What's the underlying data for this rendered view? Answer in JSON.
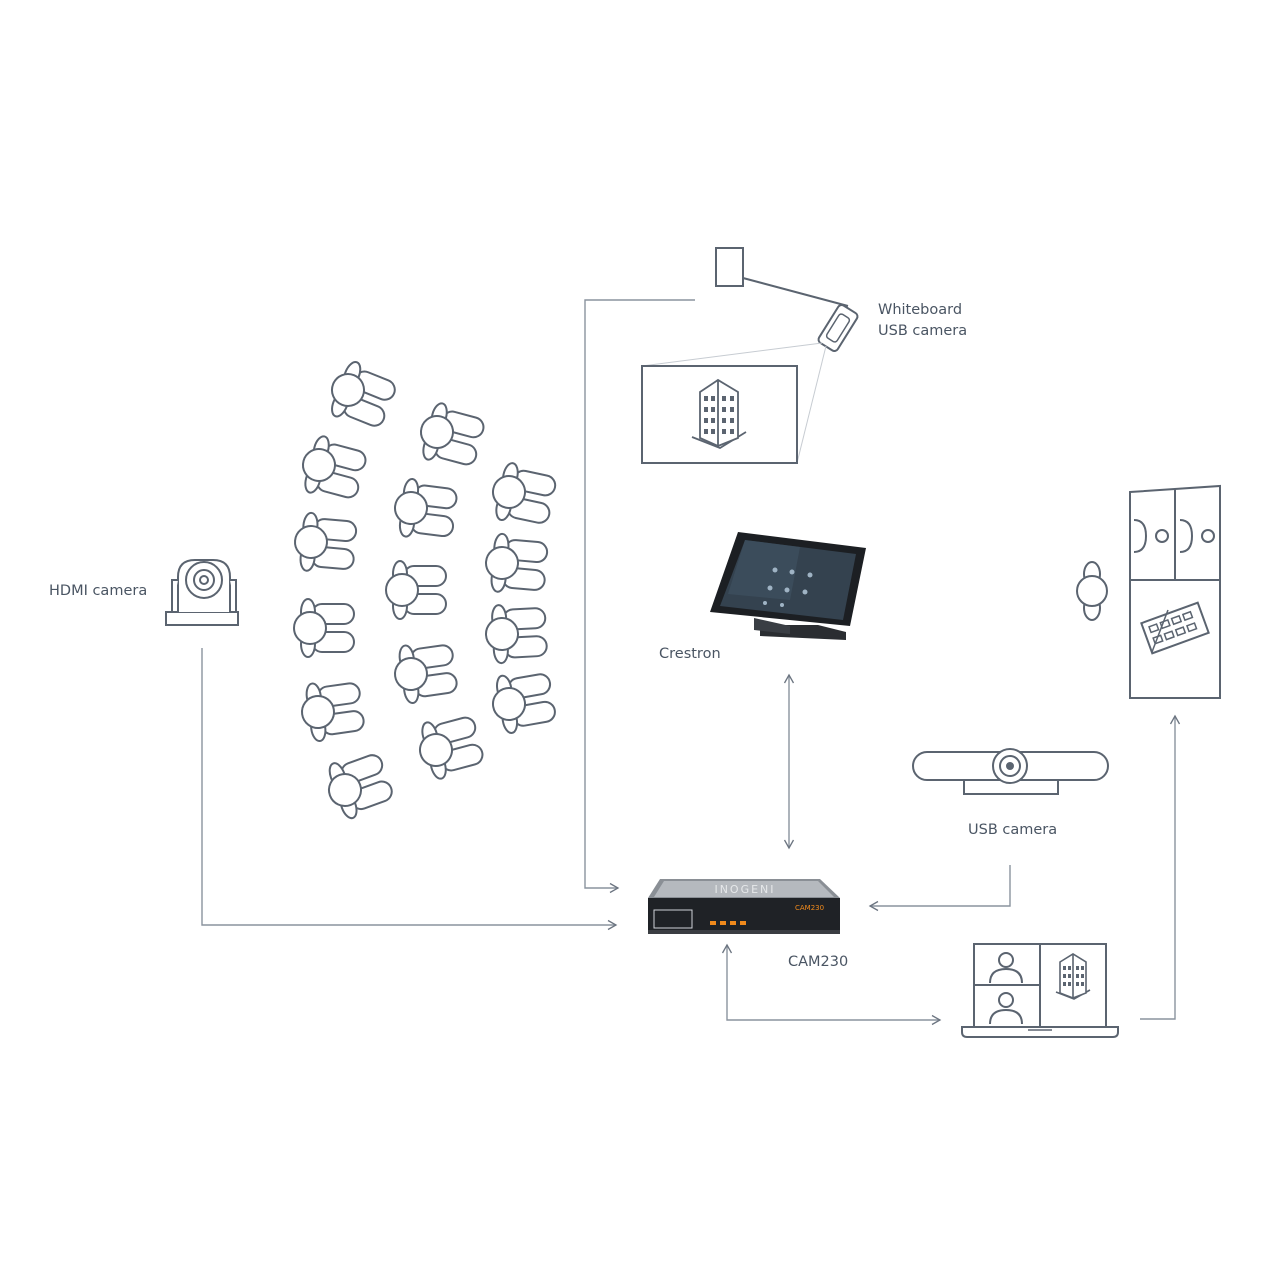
{
  "labels": {
    "hdmi_camera": "HDMI camera",
    "whiteboard_line1": "Whiteboard",
    "whiteboard_line2": "USB camera",
    "crestron": "Crestron",
    "usb_camera": "USB camera",
    "cam230": "CAM230"
  },
  "device_marks": {
    "cam230_brand": "INOGENI",
    "cam230_model": "CAM230"
  },
  "colors": {
    "line": "#5b6470",
    "thin_line": "#9aa3ad",
    "device_dark": "#1f2226",
    "led": "#f08a1c",
    "label": "#4a5563"
  },
  "icons": [
    "hdmi-camera-icon",
    "whiteboard-usb-camera-icon",
    "whiteboard-icon",
    "building-icon",
    "person-icon",
    "crestron-touch-panel-icon",
    "usb-camera-icon",
    "cam230-device-icon",
    "laptop-icon",
    "room-display-icon"
  ]
}
